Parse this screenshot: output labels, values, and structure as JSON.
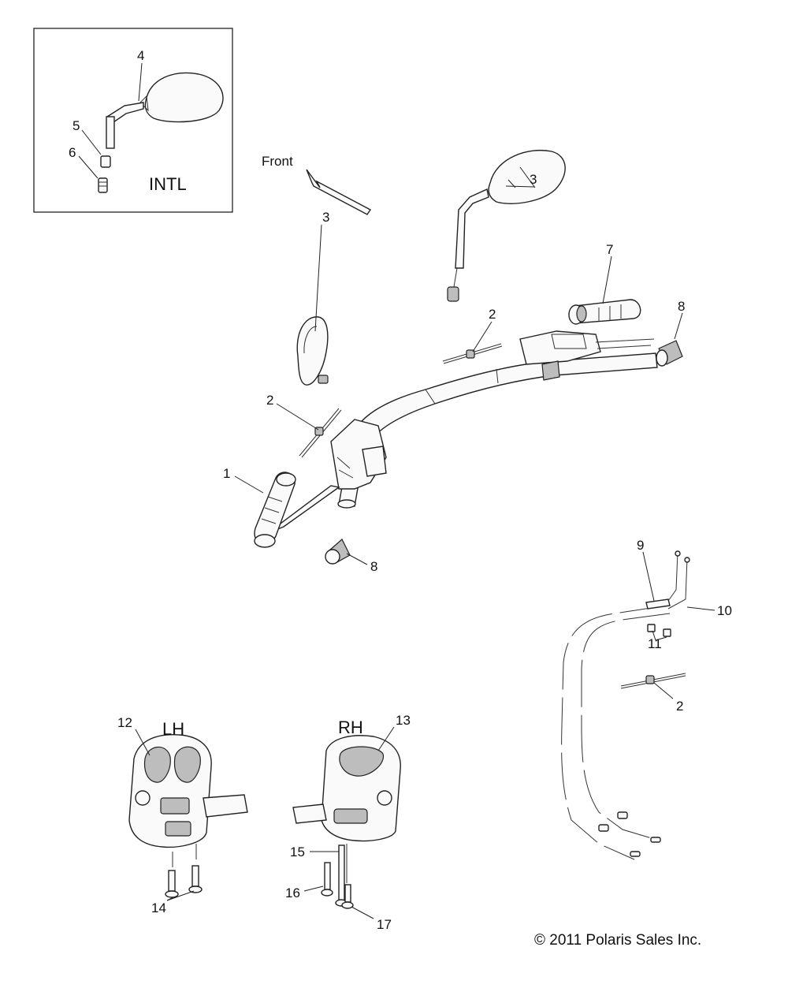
{
  "inset_label": "INTL",
  "front_label": "Front",
  "lh_label": "LH",
  "rh_label": "RH",
  "copyright": "© 2011 Polaris Sales Inc.",
  "callouts": {
    "c4": "4",
    "c5": "5",
    "c6": "6",
    "c3a": "3",
    "c3b": "3",
    "c7": "7",
    "c8a": "8",
    "c8b": "8",
    "c2a": "2",
    "c2b": "2",
    "c2c": "2",
    "c1": "1",
    "c9": "9",
    "c10": "10",
    "c11": "11",
    "c12": "12",
    "c13": "13",
    "c14": "14",
    "c15": "15",
    "c16": "16",
    "c17": "17"
  }
}
